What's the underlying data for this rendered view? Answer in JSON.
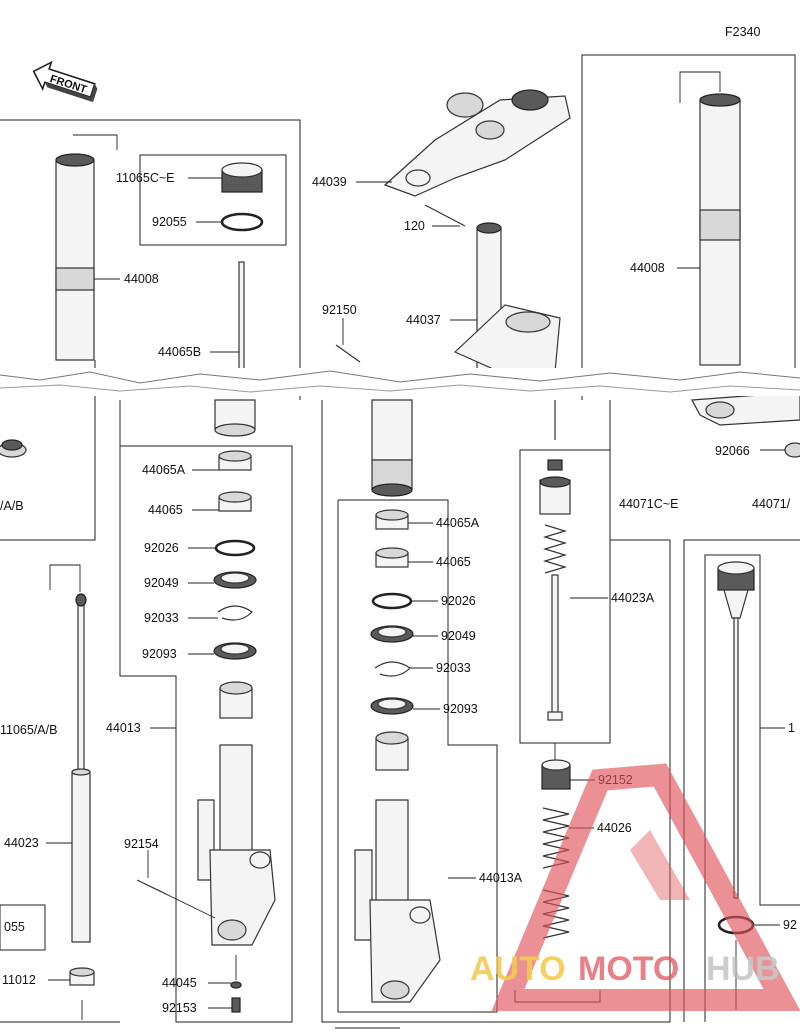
{
  "diagram_code": "F2340",
  "front_label": "FRONT",
  "watermark": {
    "auto": "AUTO",
    "moto": "MOTO",
    "hub": "HUB"
  },
  "labels": {
    "l_11065CE": "11065C~E",
    "l_92055": "92055",
    "l_44008_left": "44008",
    "l_44065B": "44065B",
    "l_44039": "44039",
    "l_120": "120",
    "l_92150": "92150",
    "l_44037": "44037",
    "l_44008_right": "44008",
    "l_92066": "92066",
    "l_AB_left": "/A/B",
    "l_44065A_left": "44065A",
    "l_44065_left": "44065",
    "l_92026_left": "92026",
    "l_92049_left": "92049",
    "l_92033_left": "92033",
    "l_92093_left": "92093",
    "l_44013": "44013",
    "l_92154": "92154",
    "l_44045": "44045",
    "l_92153": "92153",
    "l_11065AB": "11065/A/B",
    "l_44023_left": "44023",
    "l_055": "055",
    "l_11012": "11012",
    "l_44065A_mid": "44065A",
    "l_44065_mid": "44065",
    "l_92026_mid": "92026",
    "l_92049_mid": "92049",
    "l_92033_mid": "92033",
    "l_92093_mid": "92093",
    "l_44013A": "44013A",
    "l_44023A": "44023A",
    "l_44071CE": "44071C~E",
    "l_44071_cut": "44071/",
    "l_92152": "92152",
    "l_44026": "44026",
    "l_1_cut": "1",
    "l_92_cut": "92"
  }
}
